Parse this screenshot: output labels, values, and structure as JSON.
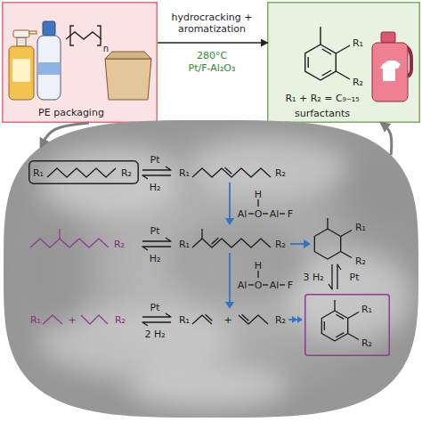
{
  "diagram": {
    "nodes": [
      {
        "text": [
          "n",
          "PE packaging"
        ]
      },
      {
        "text": [
          "R₁",
          "R₂",
          "R₁ + R₂ = C₉₋₁₅",
          "surfactants"
        ]
      },
      {
        "text": [
          "Pt",
          "H₂",
          "R₁",
          "R₂",
          "H",
          "Al",
          "O",
          "Al",
          "F",
          "R₂",
          "Pt",
          "H₂",
          "R₁",
          "R₂",
          "R₁",
          "R₂",
          "H",
          "Al",
          "O",
          "Al",
          "F",
          "3 H₂",
          "Pt",
          "R₁",
          "+",
          "R₂",
          "Pt",
          "2 H₂",
          "R₁",
          "+",
          "R₂"
        ]
      },
      {
        "text": [
          "R₁",
          "R₂"
        ],
        "in": 2
      },
      {
        "text": [
          "R₁",
          "R₂"
        ],
        "in": 2
      }
    ],
    "edges": [
      {
        "from": 0,
        "to": 1,
        "arrow": "to",
        "label": "hydrocracking + aromatization"
      },
      {
        "from": 0,
        "to": 2,
        "arrow": "to"
      },
      {
        "from": 2,
        "to": 1,
        "arrow": "to"
      }
    ],
    "labels": [
      "280°C",
      "Pt/F-Al₂O₃"
    ]
  }
}
